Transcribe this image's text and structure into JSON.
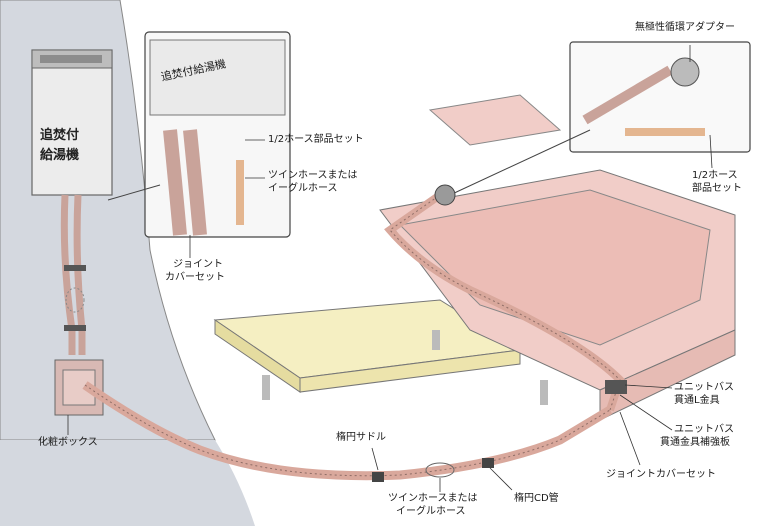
{
  "heater": {
    "label_line1": "追焚付",
    "label_line2": "給湯機"
  },
  "inset_left": {
    "title": "追焚付給湯機",
    "label_hose_parts": "1/2ホース部品セット",
    "label_twin_hose_line1": "ツインホースまたは",
    "label_twin_hose_line2": "イーグルホース"
  },
  "inset_right": {
    "label_adapter": "無極性循環アダプター",
    "label_hose_parts_line1": "1/2ホース",
    "label_hose_parts_line2": "部品セット"
  },
  "labels": {
    "joint_cover_left_line1": "ジョイント",
    "joint_cover_left_line2": "カバーセット",
    "makeup_box": "化粧ボックス",
    "ellipse_saddle": "楕円サドル",
    "twin_hose_bottom_line1": "ツインホースまたは",
    "twin_hose_bottom_line2": "イーグルホース",
    "ellipse_cd_pipe": "楕円CD管",
    "joint_cover_right": "ジョイントカバーセット",
    "unitbath_l_bracket_line1": "ユニットバス",
    "unitbath_l_bracket_line2": "貫通L金具",
    "unitbath_reinforce_line1": "ユニットバス",
    "unitbath_reinforce_line2": "貫通金具補強板"
  },
  "colors": {
    "wall": "#d4d8df",
    "tub": "#f1cdc8",
    "floor": "#f5efc2",
    "hose": "#d9a89c",
    "line": "#555555"
  }
}
